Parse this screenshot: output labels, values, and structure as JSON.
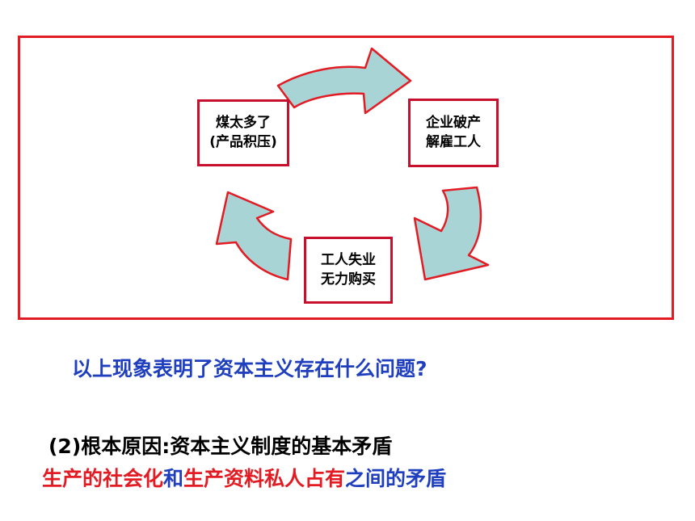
{
  "diagram": {
    "nodes": {
      "coal": {
        "line1": "煤太多了",
        "line2": "(产品积压)"
      },
      "company": {
        "line1": "企业破产",
        "line2": "解雇工人"
      },
      "workers": {
        "line1": "工人失业",
        "line2": "无力购买"
      }
    },
    "colors": {
      "frame": "#e31b23",
      "node_border": "#c8102e",
      "arrow_fill": "#a8d4d6",
      "arrow_stroke": "#e31b23"
    }
  },
  "question": "以上现象表明了资本主义存在什么问题?",
  "reason": "(2)根本原因:资本主义制度的基本矛盾",
  "contradiction": {
    "part1": "生产的社会化",
    "part2": "和",
    "part3": "生产资料私人占有",
    "part4": "之间的矛盾"
  }
}
